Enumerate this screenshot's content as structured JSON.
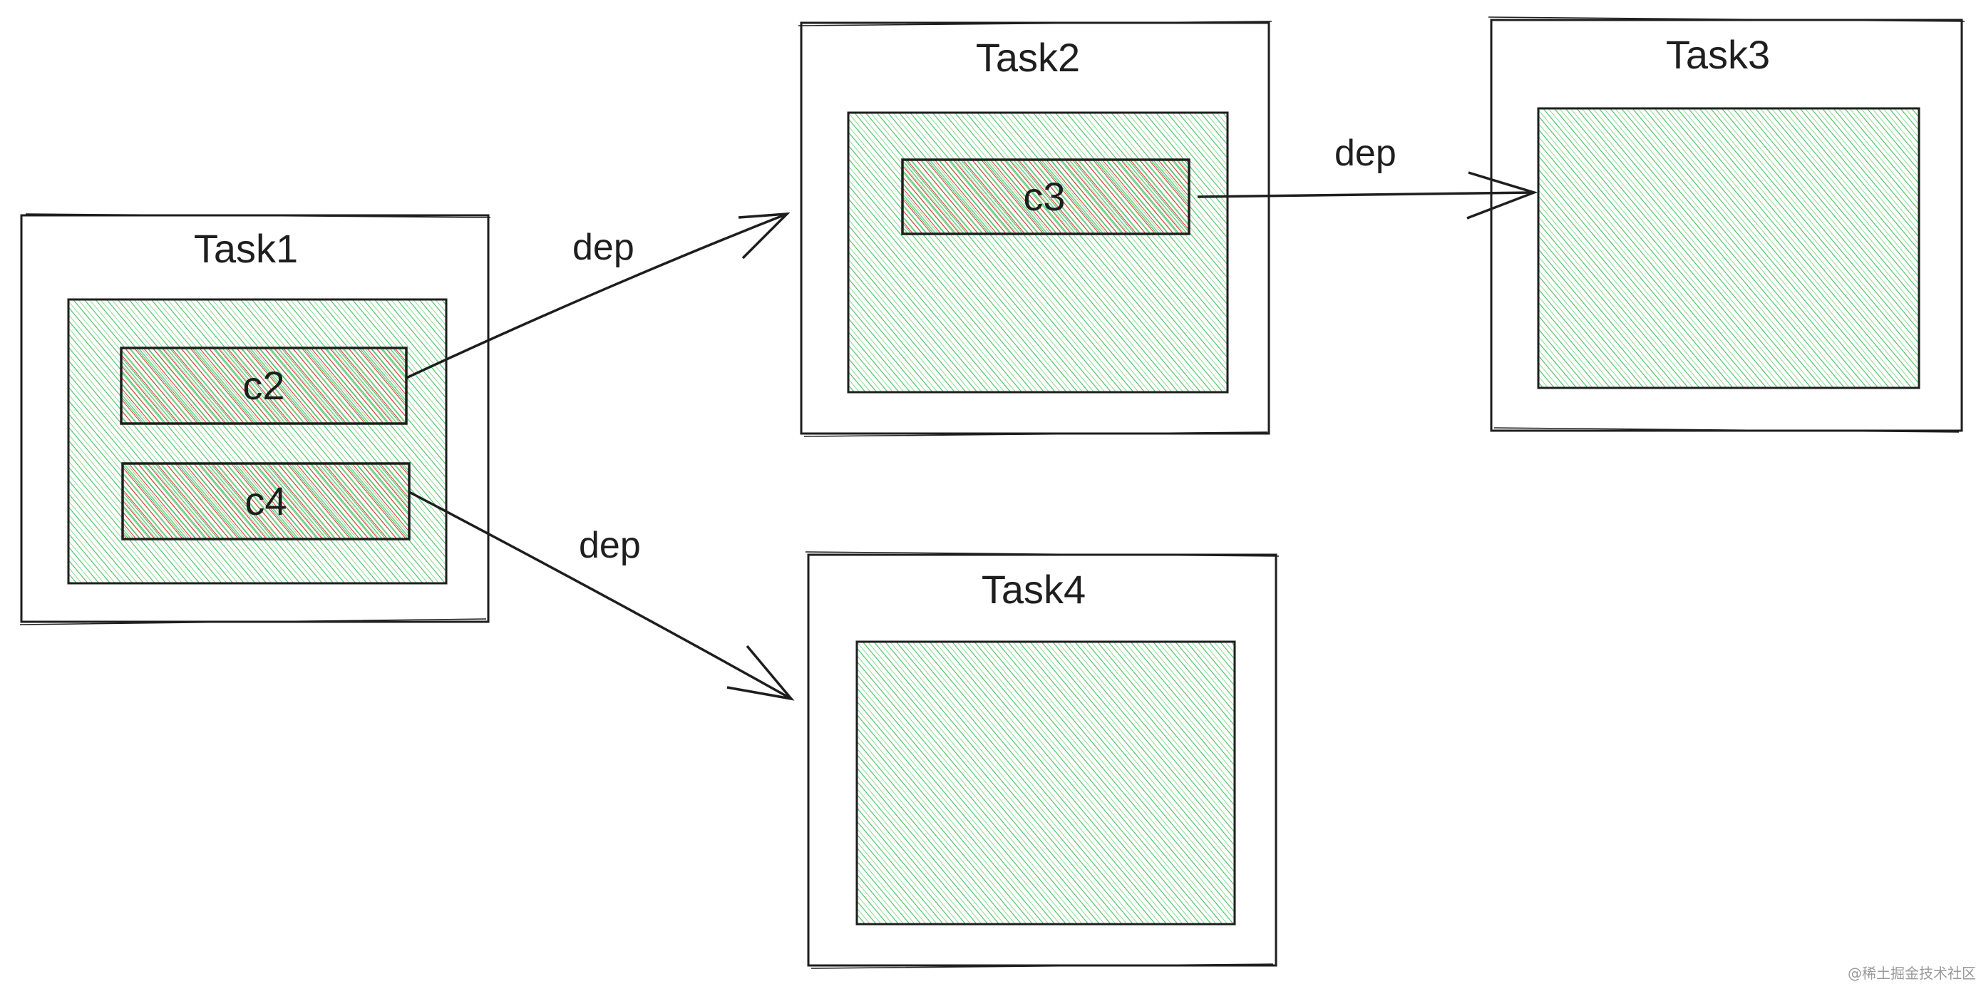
{
  "tasks": {
    "task1": {
      "title": "Task1",
      "chunks": [
        "c2",
        "c4"
      ]
    },
    "task2": {
      "title": "Task2",
      "chunks": [
        "c3"
      ]
    },
    "task3": {
      "title": "Task3",
      "chunks": []
    },
    "task4": {
      "title": "Task4",
      "chunks": []
    }
  },
  "edges": [
    {
      "from": "c2",
      "to": "Task2",
      "label": "dep"
    },
    {
      "from": "c3",
      "to": "Task3",
      "label": "dep"
    },
    {
      "from": "c4",
      "to": "Task4",
      "label": "dep"
    }
  ],
  "watermark": "@稀土掘金技术社区",
  "colors": {
    "stroke": "#1e1e1e",
    "green_hatch": "#40c057",
    "red_hatch": "#e03131"
  }
}
